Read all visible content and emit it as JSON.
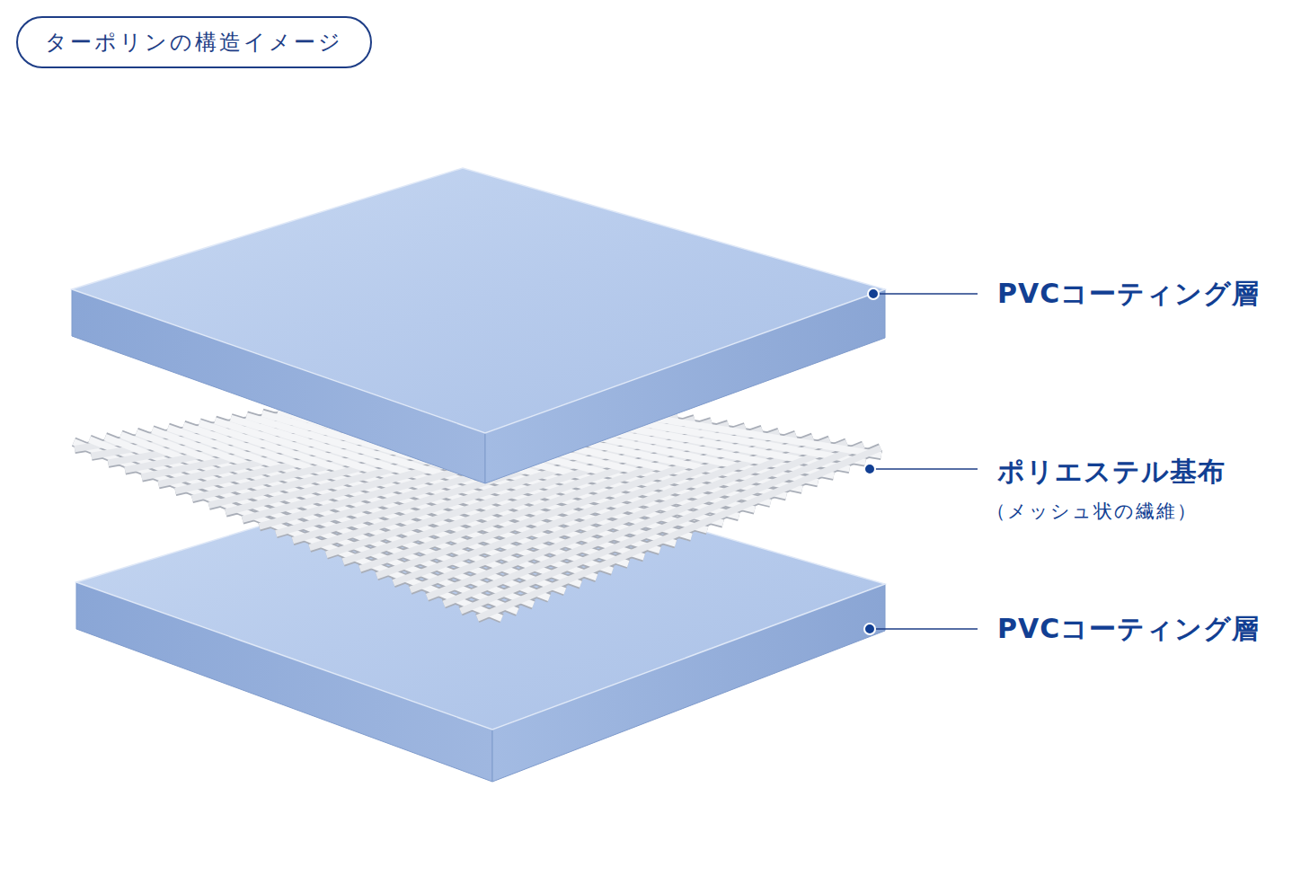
{
  "diagram": {
    "title": "ターポリンの構造イメージ",
    "labels": [
      "PVCコーティング層",
      "ポリエステル基布",
      "（メッシュ状の繊維）",
      "PVCコーティング層"
    ]
  }
}
